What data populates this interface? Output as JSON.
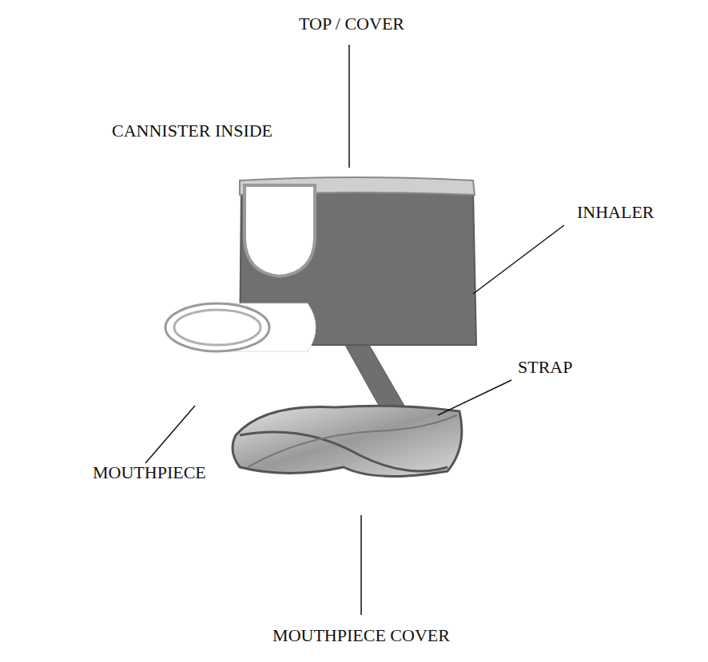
{
  "diagram": {
    "labels": [
      "TOP / COVER",
      "CANNISTER INSIDE",
      "INHALER",
      "STRAP",
      "MOUTHPIECE",
      "MOUTHPIECE COVER"
    ]
  }
}
